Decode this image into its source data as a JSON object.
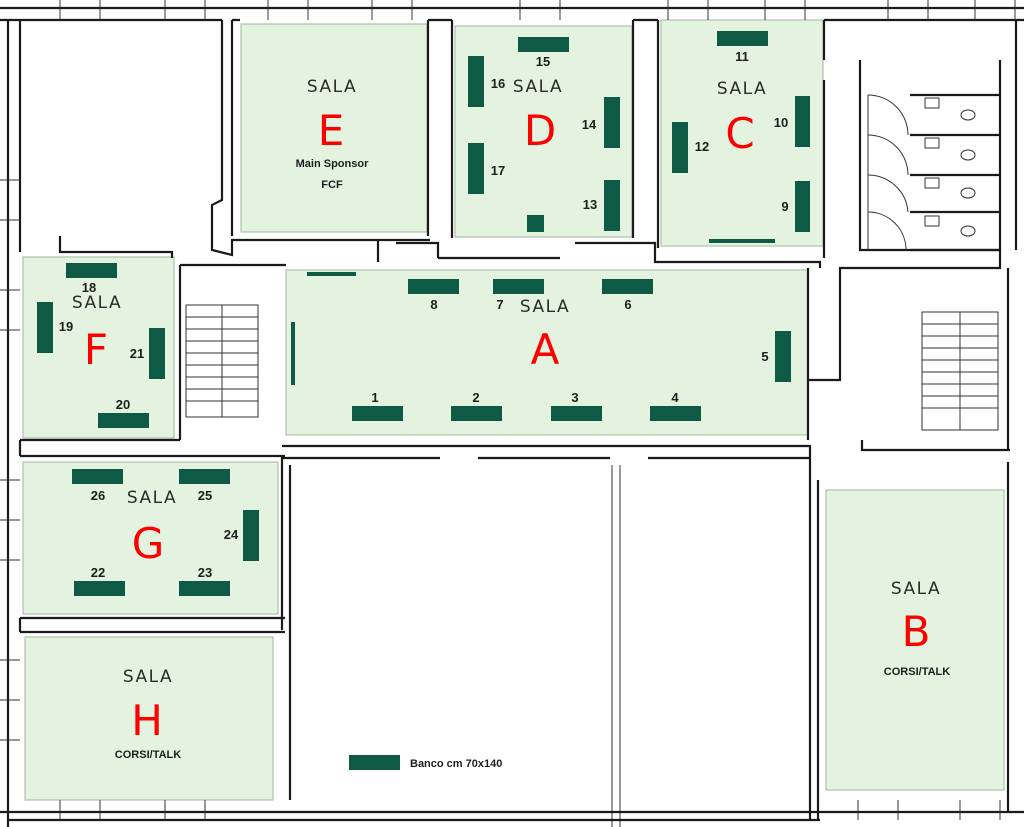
{
  "colors": {
    "room_fill": "#e3f3df",
    "bench": "#0e5a45",
    "room_letter": "#ff0000"
  },
  "rooms": {
    "A": {
      "sala": "SALA",
      "letter": "A"
    },
    "B": {
      "sala": "SALA",
      "letter": "B",
      "subtitle": "CORSI/TALK"
    },
    "C": {
      "sala": "SALA",
      "letter": "C"
    },
    "D": {
      "sala": "SALA",
      "letter": "D"
    },
    "E": {
      "sala": "SALA",
      "letter": "E",
      "subtitle": "Main Sponsor",
      "subtitle2": "FCF"
    },
    "F": {
      "sala": "SALA",
      "letter": "F"
    },
    "G": {
      "sala": "SALA",
      "letter": "G"
    },
    "H": {
      "sala": "SALA",
      "letter": "H",
      "subtitle": "CORSI/TALK"
    }
  },
  "benches": {
    "b1": "1",
    "b2": "2",
    "b3": "3",
    "b4": "4",
    "b5": "5",
    "b6": "6",
    "b7": "7",
    "b8": "8",
    "b9": "9",
    "b10": "10",
    "b11": "11",
    "b12": "12",
    "b13": "13",
    "b14": "14",
    "b15": "15",
    "b16": "16",
    "b17": "17",
    "b18": "18",
    "b19": "19",
    "b20": "20",
    "b21": "21",
    "b22": "22",
    "b23": "23",
    "b24": "24",
    "b25": "25",
    "b26": "26"
  },
  "legend": {
    "label": "Banco cm 70x140"
  }
}
